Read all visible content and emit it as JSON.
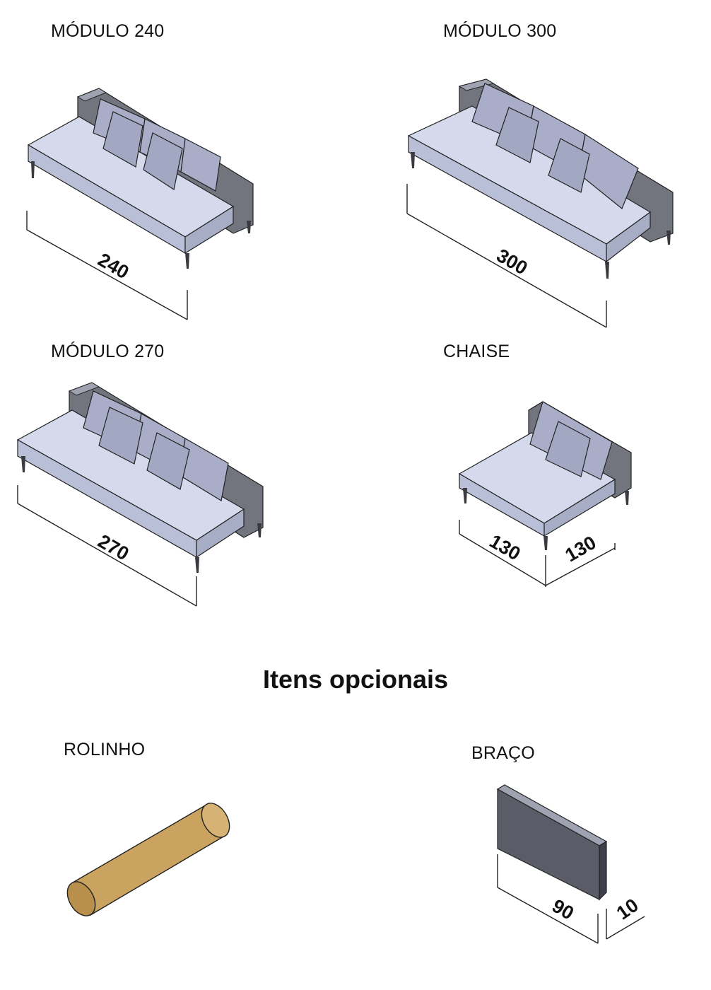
{
  "modules": [
    {
      "id": "m240",
      "label": "MÓDULO 240",
      "dimension": "240"
    },
    {
      "id": "m300",
      "label": "MÓDULO 300",
      "dimension": "300"
    },
    {
      "id": "m270",
      "label": "MÓDULO 270",
      "dimension": "270"
    },
    {
      "id": "chaise",
      "label": "CHAISE",
      "dimension_a": "130",
      "dimension_b": "130"
    }
  ],
  "section_title": "Itens opcionais",
  "optionals": [
    {
      "id": "rolinho",
      "label": "ROLINHO"
    },
    {
      "id": "braco",
      "label": "BRAÇO",
      "dimension_a": "90",
      "dimension_b": "10"
    }
  ],
  "colors": {
    "seat_top": "#d4d9ec",
    "seat_front": "#b9bfd6",
    "back_panel": "#72747e",
    "cushion": "#a9adc7",
    "leg": "#3a3a40",
    "roll": "#c9a35f",
    "arm": "#5a5d68"
  }
}
